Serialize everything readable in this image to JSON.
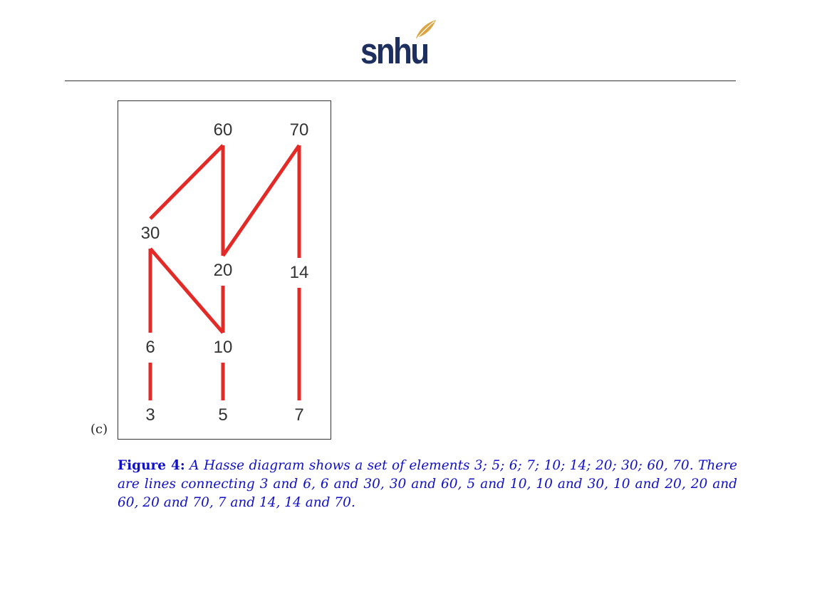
{
  "header": {
    "logo_text": "snhu",
    "colors": {
      "logo_text": "#1d2f5e",
      "logo_leaf": "#d9a441",
      "rule": "#333333"
    }
  },
  "figure": {
    "sublabel": "(c)",
    "diagram": {
      "nodes": [
        {
          "id": "n60",
          "label": "60"
        },
        {
          "id": "n70",
          "label": "70"
        },
        {
          "id": "n30",
          "label": "30"
        },
        {
          "id": "n20",
          "label": "20"
        },
        {
          "id": "n14",
          "label": "14"
        },
        {
          "id": "n6",
          "label": "6"
        },
        {
          "id": "n10",
          "label": "10"
        },
        {
          "id": "n3",
          "label": "3"
        },
        {
          "id": "n5",
          "label": "5"
        },
        {
          "id": "n7",
          "label": "7"
        }
      ],
      "edges": [
        [
          "3",
          "6"
        ],
        [
          "6",
          "30"
        ],
        [
          "30",
          "60"
        ],
        [
          "5",
          "10"
        ],
        [
          "10",
          "30"
        ],
        [
          "10",
          "20"
        ],
        [
          "20",
          "60"
        ],
        [
          "20",
          "70"
        ],
        [
          "7",
          "14"
        ],
        [
          "14",
          "70"
        ]
      ],
      "colors": {
        "edge": "#e32a27",
        "label": "#333333",
        "frame": "#333333"
      }
    },
    "caption": {
      "label": "Figure 4:",
      "text": "A Hasse diagram shows a set of elements 3; 5; 6; 7; 10; 14; 20; 30; 60, 70. There are lines connecting 3 and 6, 6 and 30, 30 and 60, 5 and 10, 10 and 30, 10 and 20, 20 and 60, 20 and 70, 7 and 14, 14 and 70.",
      "color": "#1010c8"
    }
  }
}
